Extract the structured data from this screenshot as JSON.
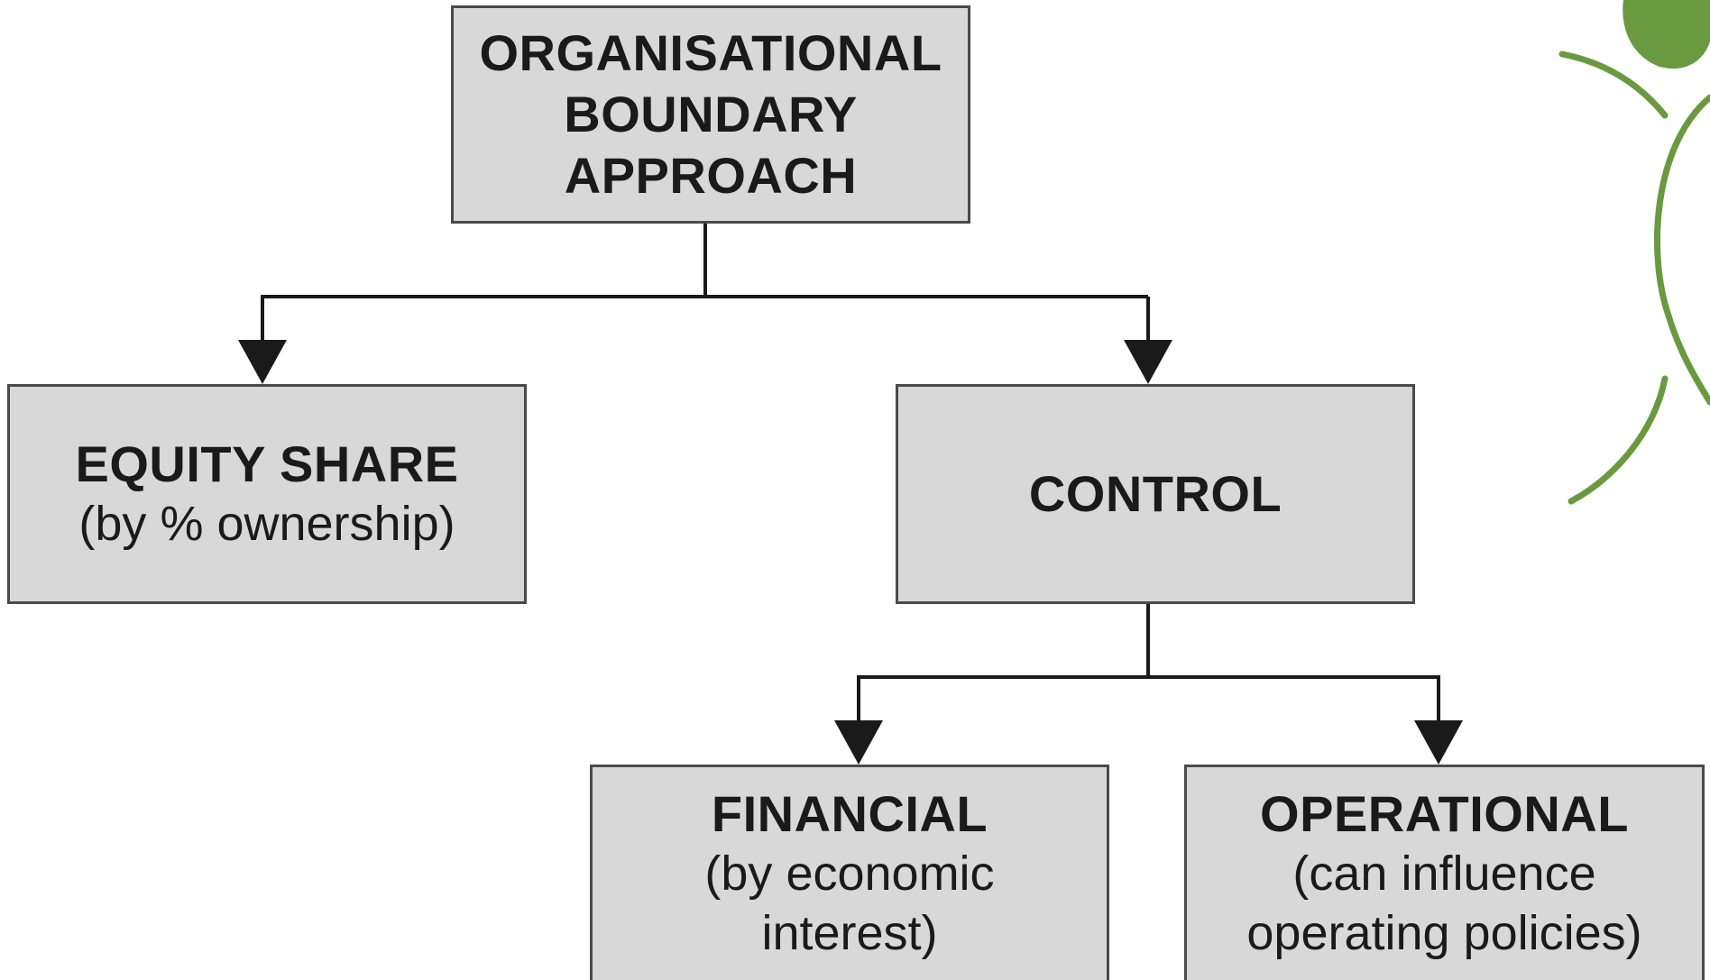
{
  "diagram": {
    "root": {
      "title": "ORGANISATIONAL\nBOUNDARY\nAPPROACH"
    },
    "equity_share": {
      "title": "EQUITY SHARE",
      "subtitle": "(by % ownership)"
    },
    "control": {
      "title": "CONTROL"
    },
    "financial": {
      "title": "FINANCIAL",
      "subtitle": "(by economic\ninterest)"
    },
    "operational": {
      "title": "OPERATIONAL",
      "subtitle": "(can influence\noperating policies)"
    }
  },
  "colors": {
    "box_fill": "#d8d8d8",
    "box_border": "#4a4a4a",
    "connector": "#1a1a1a",
    "decoration_green": "#6a9a40"
  },
  "decoration": {
    "icon": "leaf-branch-icon"
  }
}
